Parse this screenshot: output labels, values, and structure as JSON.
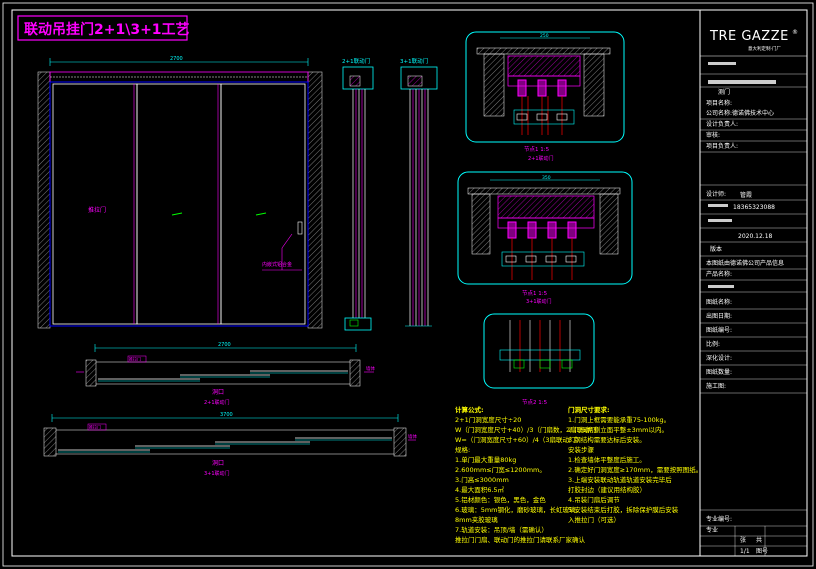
{
  "title": "联动吊挂门2+1\\3+1工艺",
  "logo_text": "TRE GAZZE",
  "logo_registered": "®",
  "logo_subtitle": "意大利定制·门厂",
  "elevation": {
    "panel_label": "推拉门",
    "dim_top": "2700",
    "callout": "内嵌式铝合金"
  },
  "side_views": [
    {
      "label": "2+1联动门"
    },
    {
      "label": "3+1联动门"
    }
  ],
  "plans": [
    {
      "dim": "2700",
      "left_tag": "推拉门",
      "right_tag": "墙体",
      "caption": "洞口",
      "subcaption": "2+1联动门"
    },
    {
      "dim": "3700",
      "left_tag": "推拉门",
      "right_tag": "墙体",
      "caption": "洞口",
      "subcaption": "3+1联动门"
    }
  ],
  "nodes": [
    {
      "dim": "250",
      "caption": "节点1 1:5",
      "subcaption": "2+1联动门"
    },
    {
      "dim": "350",
      "caption": "节点1 1:5",
      "subcaption": "3+1联动门"
    },
    {
      "caption": "节点2 1:5"
    }
  ],
  "notes_left": {
    "header": "计算公式:",
    "lines": [
      "2+1门洞宽度尺寸÷20",
      "W（门洞宽度尺寸+40）/3（门扇数，2扇联动门）",
      "W=（门洞宽度尺寸+60）/4（3扇联动门）",
      "规格:",
      "1.单门最大重量80kg",
      "2.600mm≤门宽≤1200mm。",
      "3.门高≤3000mm",
      "4.最大面积6.5㎡",
      "5.铝材颜色：银色，黑色，金色",
      "6.玻璃：5mm钢化，磨砂玻璃，长虹玻璃，",
      "8mm夹胶玻璃",
      "7.轨道安装：吊顶/墙（需确认）",
      "推拉门门扇、联动门的推拉门请联系厂家确认"
    ]
  },
  "notes_right": {
    "header": "门洞尺寸要求:",
    "lines": [
      "1.门洞上框需要能承重75-100kg。",
      "2.门洞两侧立面平整±3mm以内。",
      "3.钢结构需要达标后安装。",
      "安装步骤",
      "1.检查墙体平整度后施工。",
      "2.确定好门洞宽度≥170mm，需要按照图纸。",
      "3.上端安装联动轨道轨道安装完毕后",
      "打胶封边（建议用结构胶）",
      "4.吊装门扇后调节",
      "5.安装结束后打胶，拆除保护膜后安装",
      "入推拉门（可选）"
    ]
  },
  "title_block": {
    "project_label": "项目名称:",
    "project_value": "测门",
    "company_label": "公司名称:",
    "company_value": "德诺佛技术中心",
    "row3_label": "设计负责人:",
    "row4_label": "审核:",
    "row5_label": "项目负责人:",
    "designer_label": "设计师:",
    "designer_value": "管霞",
    "phone": "18365323088",
    "date": "2020.12.18",
    "version_label": "版本",
    "notes": "本图纸由德诺佛公司产品信息",
    "product_label": "产品名称:",
    "rows": [
      "图纸名称:",
      "出图日期:",
      "图纸编号:",
      "比例:",
      "深化设计:",
      "图纸数量:",
      "施工图:"
    ],
    "bottom_rows": [
      "专业编号:",
      "专业"
    ],
    "scale_row": [
      "张",
      "共"
    ],
    "page_row": [
      "1/1",
      "图号"
    ]
  },
  "colors": {
    "frame": "#ffffff",
    "cyan": "#00ffff",
    "blue": "#0000ff",
    "magenta": "#ff00ff",
    "yellow": "#ffff00",
    "red": "#ff0000",
    "green": "#00ff00",
    "title": "#ff00ff"
  }
}
